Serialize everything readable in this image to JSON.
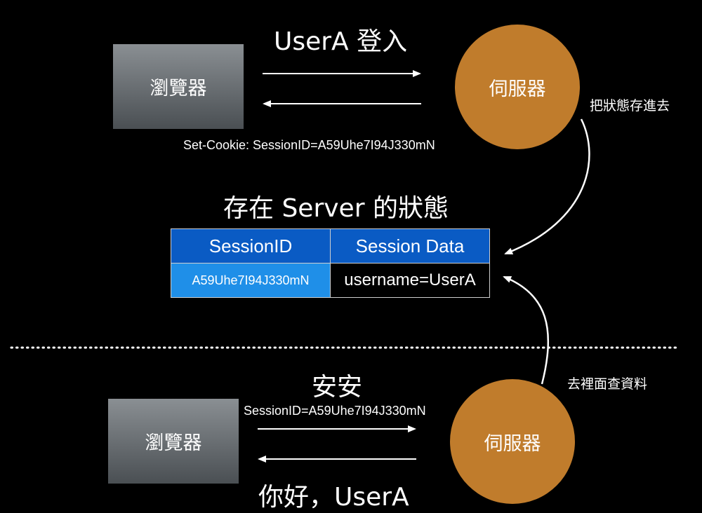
{
  "top": {
    "title": "UserA 登入",
    "browser_label": "瀏覽器",
    "server_label": "伺服器",
    "save_note": "把狀態存進去",
    "set_cookie": "Set-Cookie: SessionID=A59Uhe7I94J330mN"
  },
  "store": {
    "title": "存在 Server 的狀態",
    "headers": [
      "SessionID",
      "Session Data"
    ],
    "row": [
      "A59Uhe7I94J330mN",
      "username=UserA"
    ]
  },
  "bottom": {
    "title": "安安",
    "cookie_sent": "SessionID=A59Uhe7I94J330mN",
    "browser_label": "瀏覽器",
    "server_label": "伺服器",
    "lookup_note": "去裡面查資料",
    "reply": "你好，UserA"
  },
  "colors": {
    "background": "#000000",
    "server": "#c07c2c",
    "table_header": "#0a5bc4",
    "table_id_cell": "#1f8fe8"
  }
}
